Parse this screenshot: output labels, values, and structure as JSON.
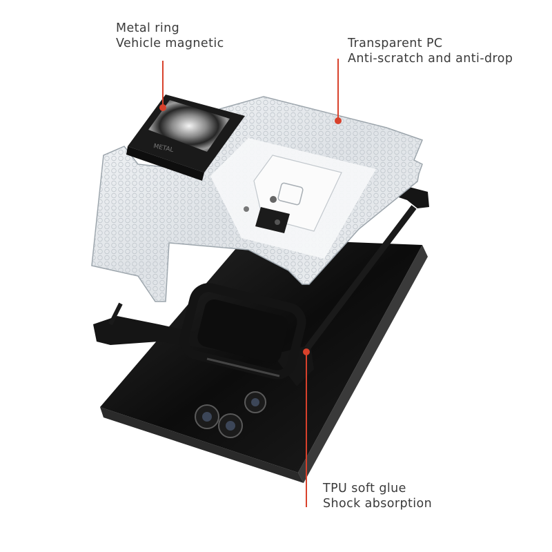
{
  "callouts": {
    "metal_ring": {
      "line1": "Metal ring",
      "line2": "Vehicle magnetic"
    },
    "transparent_pc": {
      "line1": "Transparent PC",
      "line2": "Anti-scratch and anti-drop"
    },
    "tpu": {
      "line1": "TPU soft glue",
      "line2": "Shock absorption"
    }
  },
  "colors": {
    "accent": "#d8412b",
    "text": "#3a3a3a",
    "case_black": "#121212",
    "clear_pc": "#e8ecef"
  }
}
